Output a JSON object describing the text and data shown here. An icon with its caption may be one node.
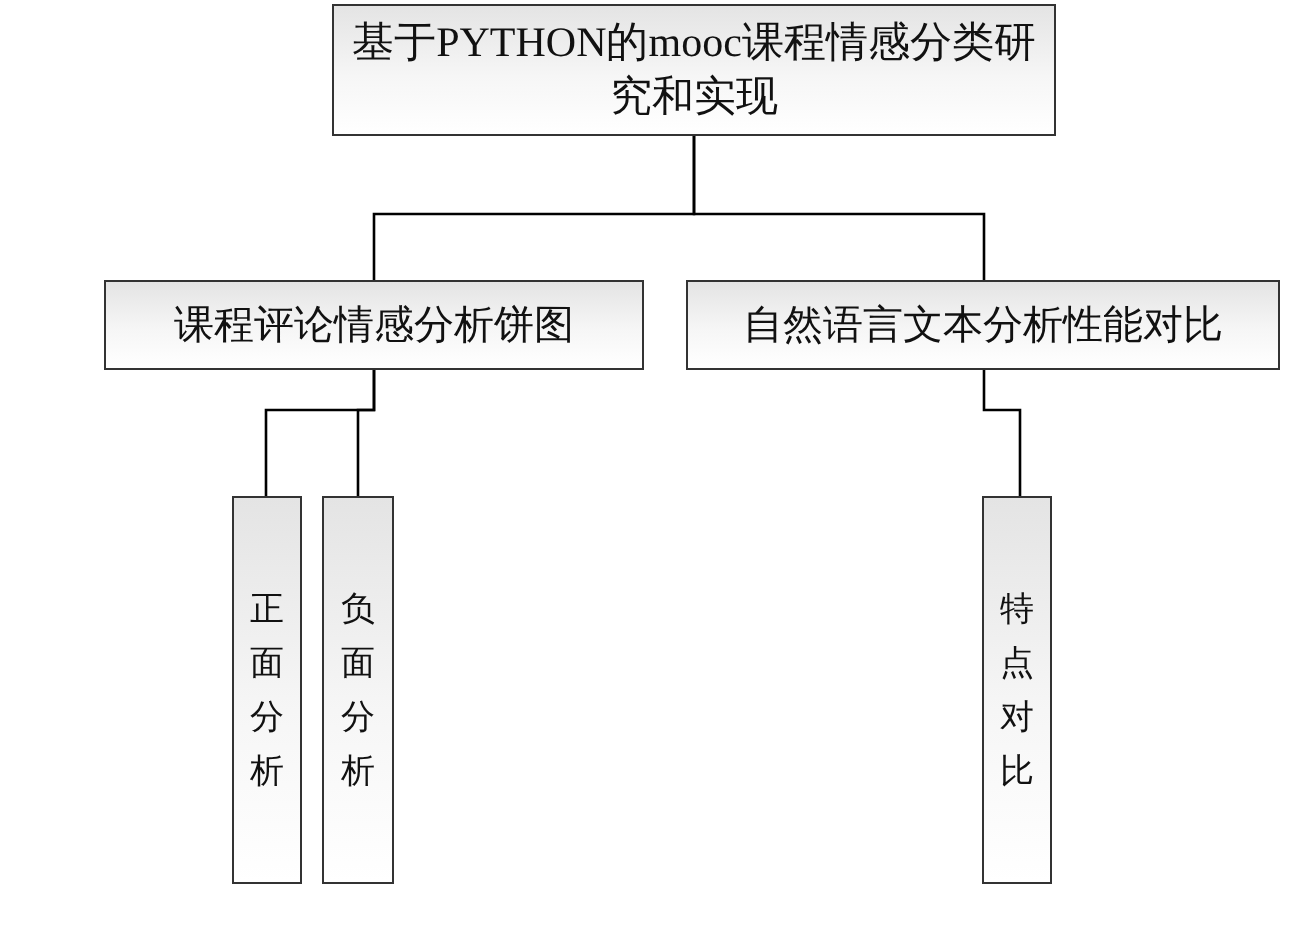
{
  "diagram": {
    "nodes": [
      {
        "text": [
          "基于PYTHON的mooc课程情感分类研究和实现"
        ]
      },
      {
        "text": [
          "课程评论情感分析饼图"
        ]
      },
      {
        "text": [
          "自然语言文本分析性能对比"
        ]
      },
      {
        "text": [
          "正面分析"
        ]
      },
      {
        "text": [
          "负面分析"
        ]
      },
      {
        "text": [
          "特点对比"
        ]
      }
    ],
    "edges": [
      {
        "from": 0,
        "to": 1,
        "arrow": "none"
      },
      {
        "from": 0,
        "to": 2,
        "arrow": "none"
      },
      {
        "from": 1,
        "to": 3,
        "arrow": "none"
      },
      {
        "from": 1,
        "to": 4,
        "arrow": "none"
      },
      {
        "from": 2,
        "to": 5,
        "arrow": "none"
      }
    ]
  }
}
